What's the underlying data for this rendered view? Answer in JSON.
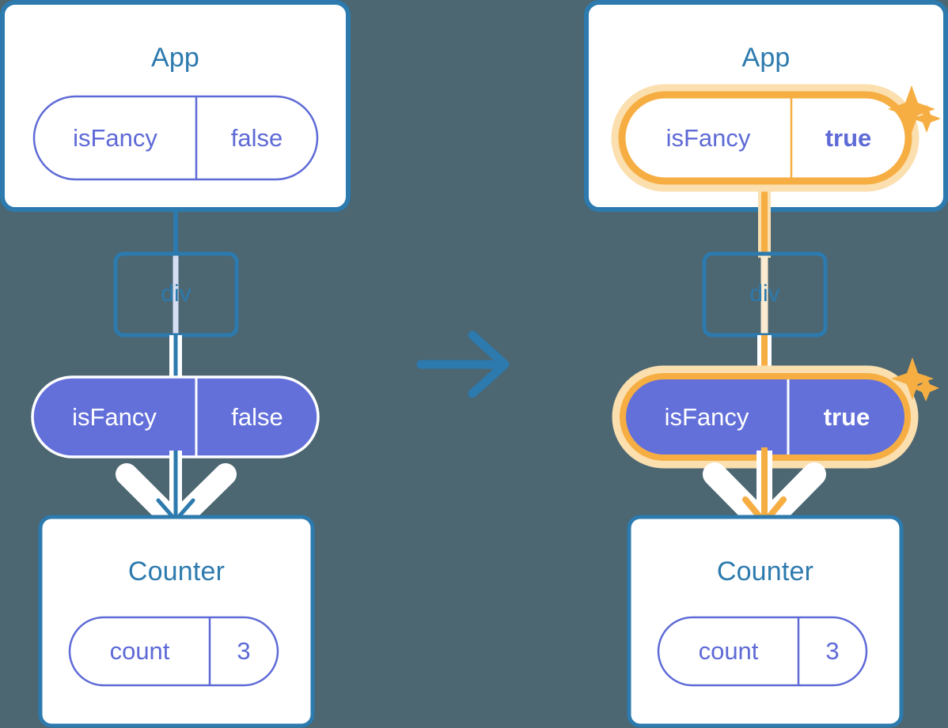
{
  "diagram": {
    "type": "react-state-propagation-diagram",
    "background_color": "#4C6672",
    "transition_arrow_icon": "arrow-right-icon",
    "colors": {
      "box_border_blue": "#2C7AAE",
      "title_blue": "#2C7AAE",
      "pill_purple": "#5E6AD6",
      "pill_fill_purple": "#6370DA",
      "highlight_orange": "#F6AE43",
      "highlight_orange_glow": "#FBDFAE",
      "line_light_blue": "#D6DEF4",
      "line_light_orange": "#FBEBD0",
      "white": "#FFFFFF"
    },
    "panels": [
      {
        "id": "before",
        "highlighted": false,
        "app": {
          "title": "App",
          "state_pill": {
            "key": "isFancy",
            "value": "false",
            "style": "outline",
            "highlighted": false,
            "bold_value": false
          }
        },
        "div": {
          "label": "div"
        },
        "props_pill": {
          "key": "isFancy",
          "value": "false",
          "style": "solid",
          "highlighted": false,
          "bold_value": false
        },
        "counter": {
          "title": "Counter",
          "state_pill": {
            "key": "count",
            "value": "3",
            "style": "outline",
            "highlighted": false,
            "bold_value": false
          }
        },
        "sparkles": 0
      },
      {
        "id": "after",
        "highlighted": true,
        "app": {
          "title": "App",
          "state_pill": {
            "key": "isFancy",
            "value": "true",
            "style": "outline",
            "highlighted": true,
            "bold_value": true
          }
        },
        "div": {
          "label": "div"
        },
        "props_pill": {
          "key": "isFancy",
          "value": "true",
          "style": "solid",
          "highlighted": true,
          "bold_value": true
        },
        "counter": {
          "title": "Counter",
          "state_pill": {
            "key": "count",
            "value": "3",
            "style": "outline",
            "highlighted": false,
            "bold_value": false
          }
        },
        "sparkles": 2
      }
    ]
  }
}
